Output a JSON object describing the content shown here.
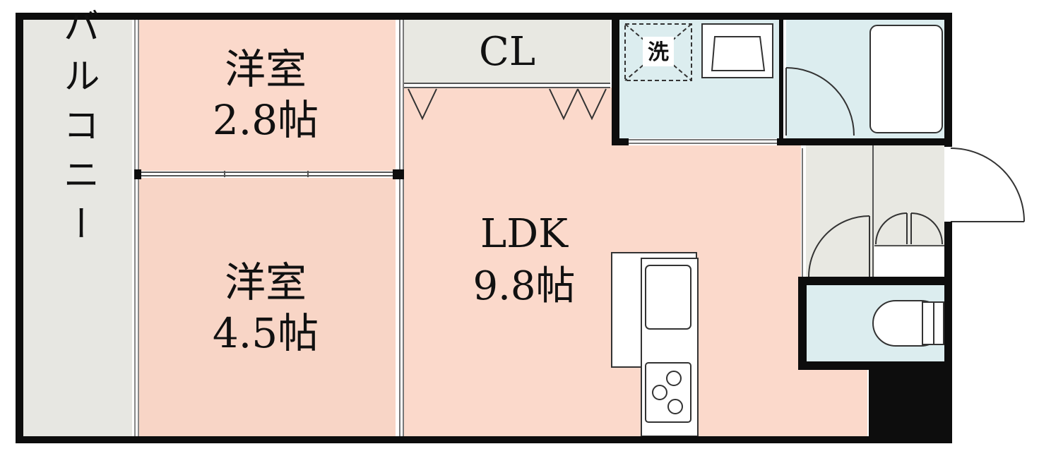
{
  "rooms": {
    "balcony": {
      "label": "バルコニー"
    },
    "western_room_1": {
      "name": "洋室",
      "size": "2.8帖"
    },
    "western_room_2": {
      "name": "洋室",
      "size": "4.5帖"
    },
    "closet": {
      "label": "CL"
    },
    "ldk": {
      "name": "LDK",
      "size": "9.8帖"
    },
    "washer": {
      "label": "洗"
    }
  },
  "colors": {
    "wall": "#0d0d0d",
    "room_fill": "#fbd9cb",
    "room_fill_alt": "#f8d5c6",
    "wet_area": "#dcedef",
    "balcony": "#e7e7e2",
    "closet": "#e8e8e2"
  }
}
